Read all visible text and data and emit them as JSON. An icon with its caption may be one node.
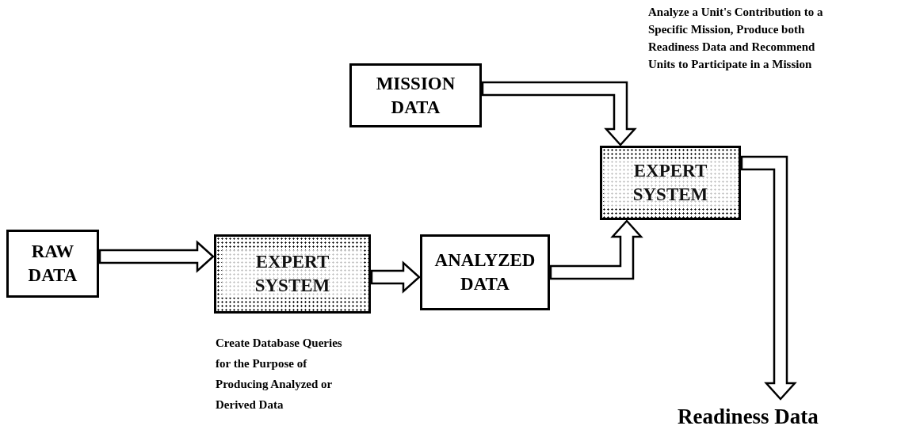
{
  "diagram": {
    "nodes": [
      {
        "text": [
          "RAW DATA"
        ]
      },
      {
        "text": [
          "EXPERT SYSTEM"
        ],
        "beside": [
          "Create Database Queries for the Purpose of Producing Analyzed or Derived Data"
        ]
      },
      {
        "text": [
          "ANALYZED DATA"
        ]
      },
      {
        "text": [
          "MISSION DATA"
        ]
      },
      {
        "text": [
          "EXPERT SYSTEM"
        ]
      },
      {
        "text": [
          "Readiness Data"
        ]
      }
    ],
    "edges": [
      {
        "from": 0,
        "to": 1,
        "arrow": "to"
      },
      {
        "from": 1,
        "to": 2,
        "arrow": "to"
      },
      {
        "from": 3,
        "to": 4,
        "arrow": "to"
      },
      {
        "from": 2,
        "to": 4,
        "arrow": "to"
      },
      {
        "from": 4,
        "to": 5,
        "arrow": "to"
      }
    ],
    "labels": [
      "Analyze a Unit's Contribution to a Specific Mission, Produce both Readiness Data and Recommend Units to Participate in a Mission"
    ]
  }
}
